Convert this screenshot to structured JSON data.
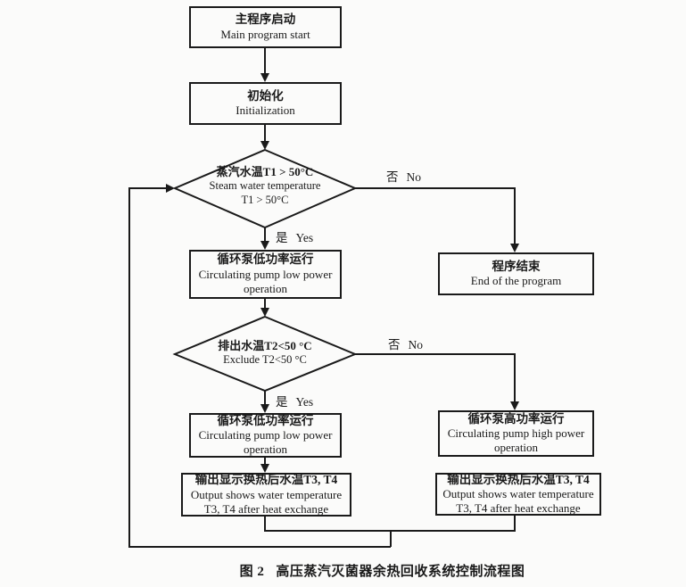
{
  "figure": {
    "caption_label": "图 2",
    "caption_text": "高压蒸汽灭菌器余热回收系统控制流程图"
  },
  "nodes": {
    "start": {
      "zh": "主程序启动",
      "en": "Main program start"
    },
    "init": {
      "zh": "初始化",
      "en": "Initialization"
    },
    "decision1": {
      "zh": "蒸汽水温T1 > 50°C",
      "en_line1": "Steam water temperature",
      "en_line2": "T1 > 50°C"
    },
    "pump_low_1": {
      "zh": "循环泵低功率运行",
      "en": "Circulating pump low power operation"
    },
    "end_program": {
      "zh": "程序结束",
      "en": "End of the program"
    },
    "decision2": {
      "zh": "排出水温T2<50 °C",
      "en": "Exclude T2<50 °C"
    },
    "pump_low_2": {
      "zh": "循环泵低功率运行",
      "en": "Circulating pump low power operation"
    },
    "pump_high": {
      "zh": "循环泵高功率运行",
      "en": "Circulating pump high power operation"
    },
    "output_left": {
      "zh": "输出显示换热后水温T3, T4",
      "en": "Output shows water temperature T3, T4 after heat exchange"
    },
    "output_right": {
      "zh": "输出显示换热后水温T3, T4",
      "en": "Output shows water temperature T3, T4 after heat exchange"
    }
  },
  "labels": {
    "yes1": {
      "zh": "是",
      "en": "Yes"
    },
    "no1": {
      "zh": "否",
      "en": "No"
    },
    "yes2": {
      "zh": "是",
      "en": "Yes"
    },
    "no2": {
      "zh": "否",
      "en": "No"
    }
  },
  "colors": {
    "line": "#1a1a1a",
    "background": "#fbfbfa",
    "text": "#1a1a1a"
  }
}
